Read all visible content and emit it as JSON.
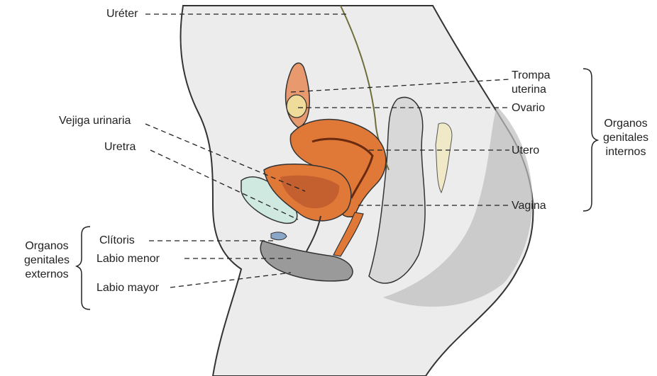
{
  "labels": {
    "ureter": "Uréter",
    "trompa_line1": "Trompa",
    "trompa_line2": "uterina",
    "ovario": "Ovario",
    "vejiga": "Vejiga urinaria",
    "uretra": "Uretra",
    "utero": "Utero",
    "vagina": "Vagina",
    "clitoris": "Clítoris",
    "labio_menor": "Labio menor",
    "labio_mayor": "Labio mayor",
    "internos_line1": "Organos",
    "internos_line2": "genitales",
    "internos_line3": "internos",
    "externos_line1": "Organos",
    "externos_line2": "genitales",
    "externos_line3": "externos"
  },
  "colors": {
    "skin": "#ececec",
    "skin_shade": "#bdbdbd",
    "outline": "#333333",
    "uterus": "#e07838",
    "uterus_dark": "#b0502a",
    "tube": "#e89a6e",
    "ovary": "#f0dc9a",
    "bladder_fluid": "#cfe8e0",
    "rectum": "#d8d8d8",
    "bone": "#efe9c8"
  }
}
